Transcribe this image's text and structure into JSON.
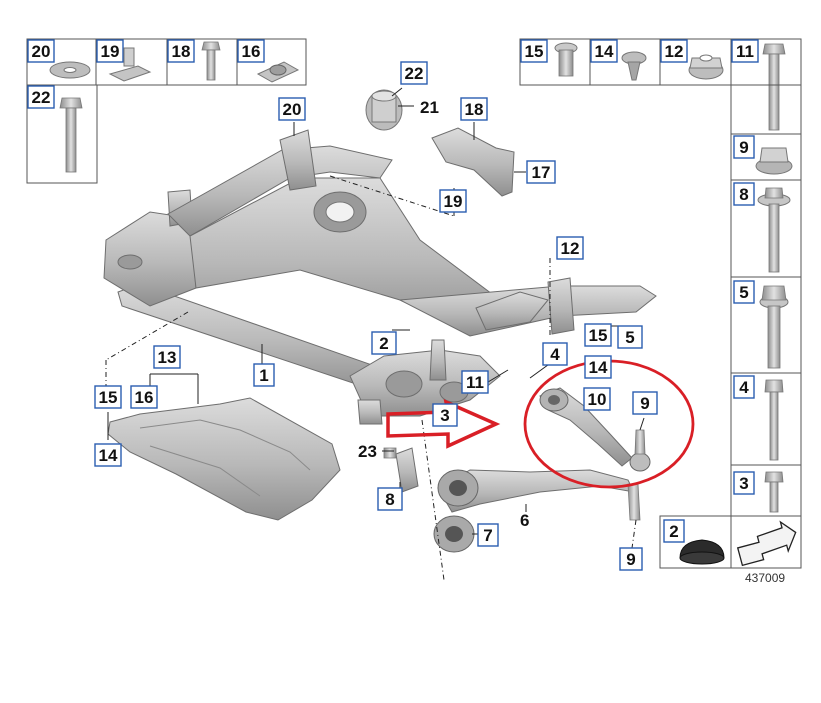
{
  "reference_number": "437009",
  "highlight_colors": {
    "circle": "#d91f26",
    "arrow": "#d91f26",
    "label_border": "#2a5db0"
  },
  "parts_grid_top_left": [
    {
      "id": "20",
      "icon": "washer-icon"
    },
    {
      "id": "19",
      "icon": "clip-nut-icon"
    },
    {
      "id": "18",
      "icon": "bolt-icon"
    },
    {
      "id": "16",
      "icon": "clip-nut-icon"
    },
    {
      "id": "22",
      "icon": "long-bolt-icon"
    }
  ],
  "parts_grid_top_right": [
    {
      "id": "15",
      "icon": "rivet-nut-icon"
    },
    {
      "id": "14",
      "icon": "push-clip-icon"
    },
    {
      "id": "12",
      "icon": "hex-nut-icon"
    },
    {
      "id": "11",
      "icon": "long-bolt-icon"
    }
  ],
  "parts_column_right": [
    {
      "id": "9",
      "icon": "flange-nut-icon"
    },
    {
      "id": "8",
      "icon": "long-bolt-icon"
    },
    {
      "id": "5",
      "icon": "flange-bolt-icon"
    },
    {
      "id": "4",
      "icon": "long-bolt-icon"
    },
    {
      "id": "3",
      "icon": "short-bolt-icon"
    },
    {
      "id": "2",
      "icon": "rubber-cap-icon"
    }
  ],
  "diagram_callouts": [
    "22",
    "21",
    "20",
    "18",
    "17",
    "19",
    "12",
    "2",
    "15",
    "5",
    "4",
    "14",
    "11",
    "1",
    "13",
    "15",
    "16",
    "14",
    "3",
    "10",
    "9",
    "23",
    "8",
    "6",
    "7",
    "9"
  ]
}
